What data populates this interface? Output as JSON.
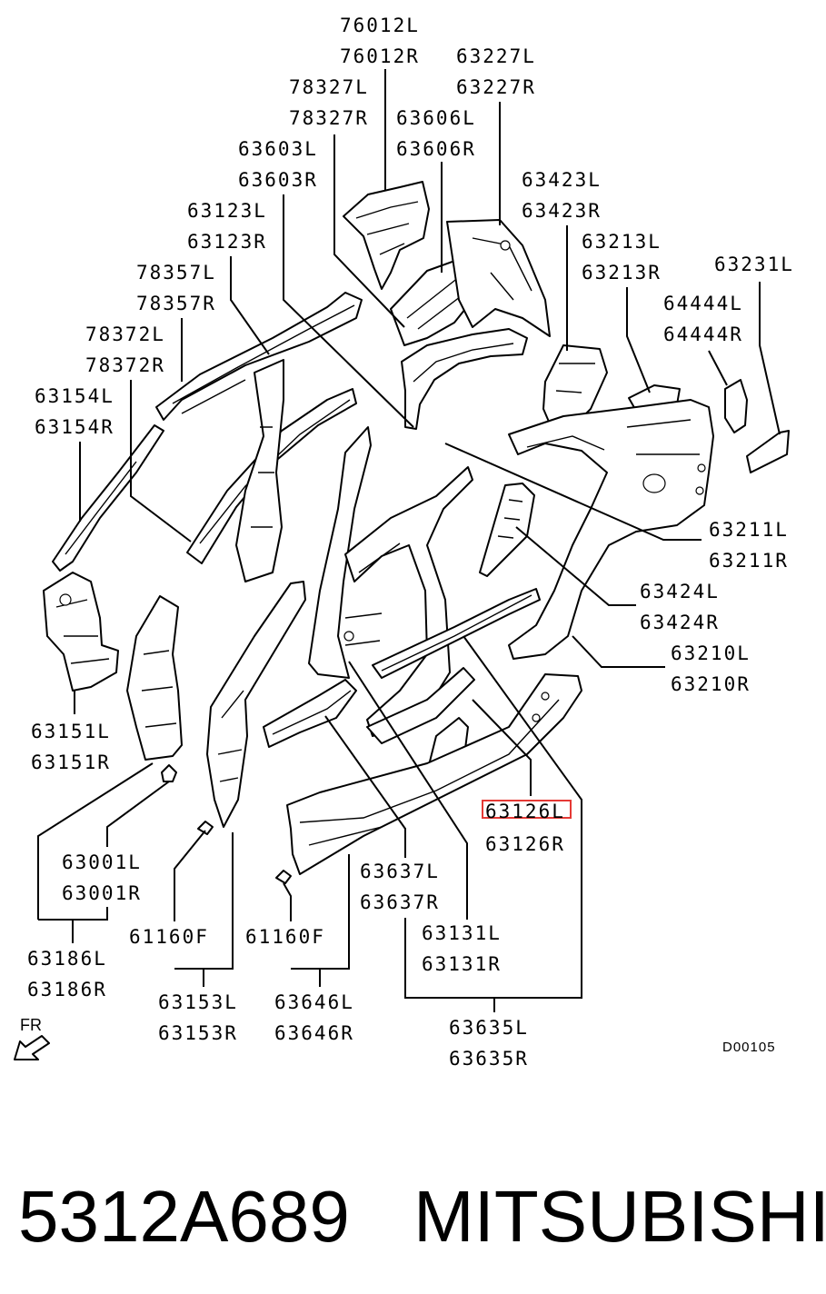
{
  "diagram": {
    "labels": [
      {
        "id": "76012",
        "lines": [
          "76012L",
          "76012R"
        ]
      },
      {
        "id": "63227",
        "lines": [
          "63227L",
          "63227R"
        ]
      },
      {
        "id": "78327",
        "lines": [
          "78327L",
          "78327R"
        ]
      },
      {
        "id": "63606",
        "lines": [
          "63606L",
          "63606R"
        ]
      },
      {
        "id": "63603",
        "lines": [
          "63603L",
          "63603R"
        ]
      },
      {
        "id": "63423",
        "lines": [
          "63423L",
          "63423R"
        ]
      },
      {
        "id": "63123",
        "lines": [
          "63123L",
          "63123R"
        ]
      },
      {
        "id": "63213",
        "lines": [
          "63213L",
          "63213R"
        ]
      },
      {
        "id": "63231",
        "lines": [
          "63231L"
        ]
      },
      {
        "id": "78357",
        "lines": [
          "78357L",
          "78357R"
        ]
      },
      {
        "id": "64444",
        "lines": [
          "64444L",
          "64444R"
        ]
      },
      {
        "id": "78372",
        "lines": [
          "78372L",
          "78372R"
        ]
      },
      {
        "id": "63154",
        "lines": [
          "63154L",
          "63154R"
        ]
      },
      {
        "id": "63211",
        "lines": [
          "63211L",
          "63211R"
        ]
      },
      {
        "id": "63424",
        "lines": [
          "63424L",
          "63424R"
        ]
      },
      {
        "id": "63210",
        "lines": [
          "63210L",
          "63210R"
        ]
      },
      {
        "id": "63151",
        "lines": [
          "63151L",
          "63151R"
        ]
      },
      {
        "id": "63126",
        "lines": [
          "63126L",
          "63126R"
        ],
        "highlighted": "63126L"
      },
      {
        "id": "63001",
        "lines": [
          "63001L",
          "63001R"
        ]
      },
      {
        "id": "63637",
        "lines": [
          "63637L",
          "63637R"
        ]
      },
      {
        "id": "61160a",
        "lines": [
          "61160F"
        ]
      },
      {
        "id": "61160b",
        "lines": [
          "61160F"
        ]
      },
      {
        "id": "63131",
        "lines": [
          "63131L",
          "63131R"
        ]
      },
      {
        "id": "63186",
        "lines": [
          "63186L",
          "63186R"
        ]
      },
      {
        "id": "63153",
        "lines": [
          "63153L",
          "63153R"
        ]
      },
      {
        "id": "63646",
        "lines": [
          "63646L",
          "63646R"
        ]
      },
      {
        "id": "63635",
        "lines": [
          "63635L",
          "63635R"
        ]
      }
    ],
    "direction_label": "FR",
    "drawing_code": "D00105",
    "highlight_color": "#e53935"
  },
  "footer": {
    "part_number": "5312A689",
    "brand": "MITSUBISHI"
  }
}
